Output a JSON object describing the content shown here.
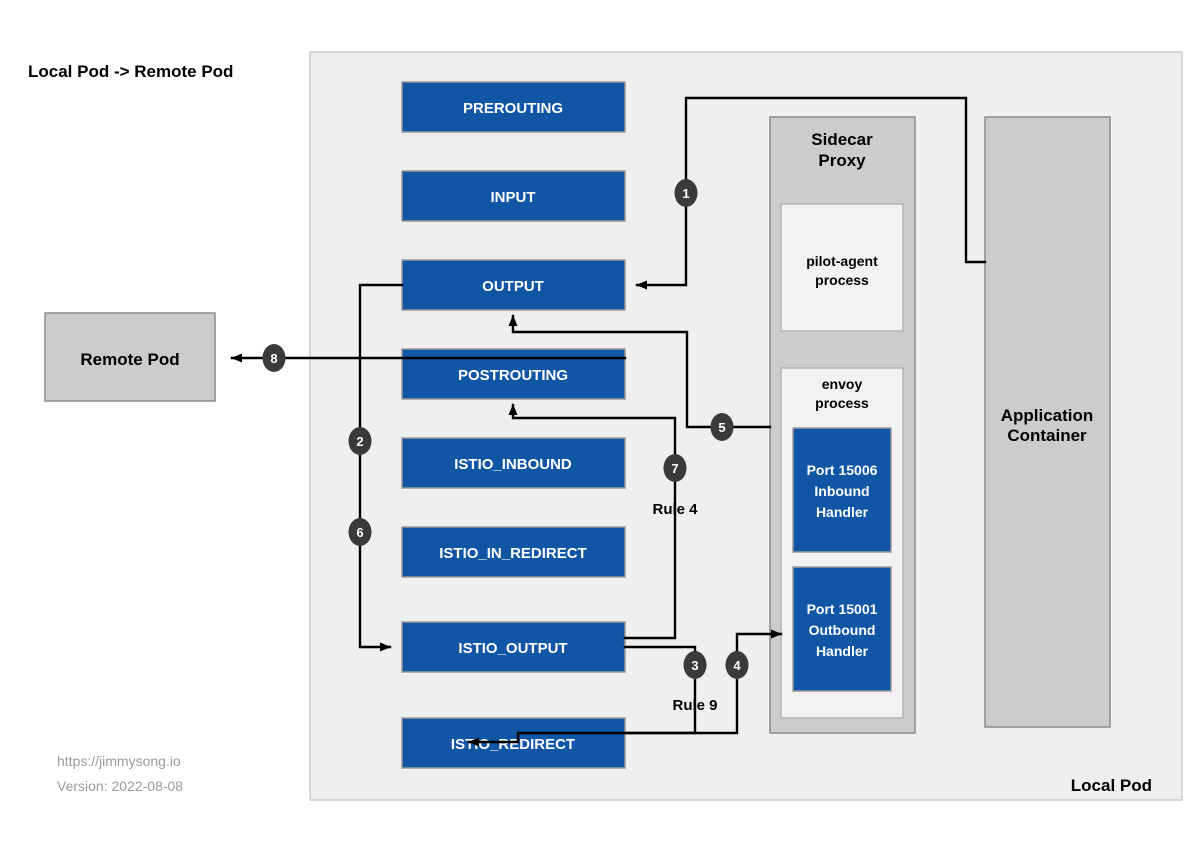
{
  "title": "Local Pod -> Remote Pod",
  "colors": {
    "chain_fill": "#1156a5",
    "chain_stroke": "#999999",
    "pod_bg": "#efefef",
    "pod_border": "#cccccc",
    "sidecar_bg": "#cccccc",
    "app_bg": "#cccccc",
    "process_bg": "#f2f2f2",
    "marker_fill": "#3a3a3a",
    "line": "#000000",
    "watermark": "#9a9a9a"
  },
  "pod": {
    "label": "Local Pod"
  },
  "remote_pod": {
    "label": "Remote Pod"
  },
  "chains": [
    {
      "id": "prerouting",
      "label": "PREROUTING"
    },
    {
      "id": "input",
      "label": "INPUT"
    },
    {
      "id": "output",
      "label": "OUTPUT"
    },
    {
      "id": "postrouting",
      "label": "POSTROUTING"
    },
    {
      "id": "istio_inbound",
      "label": "ISTIO_INBOUND"
    },
    {
      "id": "istio_in_redirect",
      "label": "ISTIO_IN_REDIRECT"
    },
    {
      "id": "istio_output",
      "label": "ISTIO_OUTPUT"
    },
    {
      "id": "istio_redirect",
      "label": "ISTIO_REDIRECT"
    }
  ],
  "sidecar": {
    "title_line1": "Sidecar",
    "title_line2": "Proxy",
    "pilot_agent": {
      "line1": "pilot-agent",
      "line2": "process"
    },
    "envoy": {
      "line1": "envoy",
      "line2": "process"
    },
    "handlers": [
      {
        "id": "inbound",
        "line1": "Port 15006",
        "line2": "Inbound",
        "line3": "Handler"
      },
      {
        "id": "outbound",
        "line1": "Port 15001",
        "line2": "Outbound",
        "line3": "Handler"
      }
    ]
  },
  "app_container": {
    "line1": "Application",
    "line2": "Container"
  },
  "rules": [
    {
      "id": "rule4",
      "label": "Rule 4"
    },
    {
      "id": "rule9",
      "label": "Rule 9"
    }
  ],
  "steps": [
    {
      "n": "1"
    },
    {
      "n": "2"
    },
    {
      "n": "3"
    },
    {
      "n": "4"
    },
    {
      "n": "5"
    },
    {
      "n": "6"
    },
    {
      "n": "7"
    },
    {
      "n": "8"
    }
  ],
  "watermark": {
    "site": "https://jimmysong.io",
    "version": "Version: 2022-08-08"
  }
}
